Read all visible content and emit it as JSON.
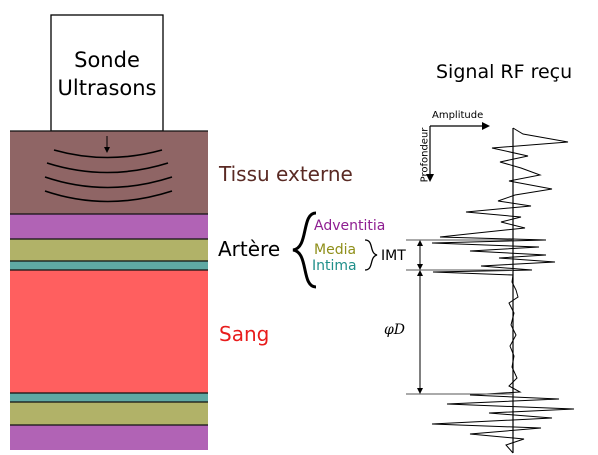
{
  "probe": {
    "line1": "Sonde",
    "line2": "Ultrasons"
  },
  "signal_title": "Signal RF reçu",
  "axes": {
    "amplitude": "Amplitude",
    "depth": "Profondeur"
  },
  "layers": {
    "external_tissue": "Tissu externe",
    "artery": "Artère",
    "adventitia": "Adventitia",
    "media": "Media",
    "intima": "Intima",
    "imt": "IMT",
    "blood": "Sang",
    "diameter": "φD"
  },
  "colors": {
    "tissue": "#8f6565",
    "adventitia": "#b163b5",
    "media": "#b1b268",
    "intima": "#5fa9a4",
    "blood": "#ff5f5f",
    "label_tissue": "#5a2a24",
    "label_adventitia": "#8e1e91",
    "label_media": "#8f8f1a",
    "label_intima": "#1f8f8a",
    "label_blood": "#e81c1c"
  }
}
